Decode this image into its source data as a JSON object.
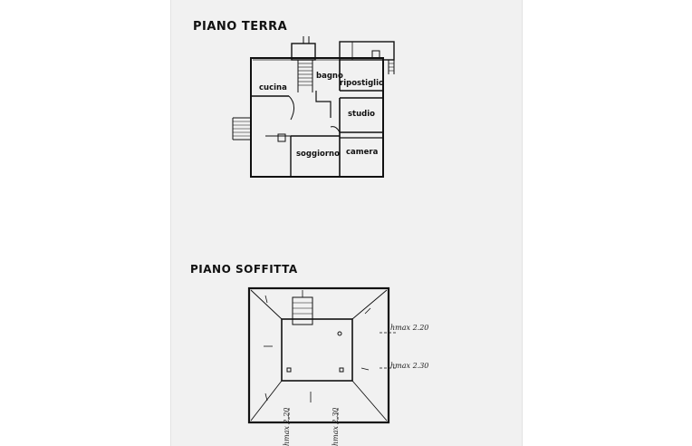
{
  "floors": {
    "ground": {
      "title": "PIANO TERRA",
      "rooms": {
        "cucina": "cucina",
        "bagno": "bagno",
        "ripostiglio": "ripostiglio",
        "studio": "studio",
        "soggiorno": "soggiorno",
        "camera": "camera"
      }
    },
    "attic": {
      "title": "PIANO SOFFITTA",
      "heights": {
        "east_top": "hmax 2.20",
        "east_bottom": "hmax 2.30",
        "south_left": "hmax 2.20",
        "south_right": "hmax 2.30"
      }
    }
  },
  "colors": {
    "paper": "#f1f1f1",
    "ink": "#111111"
  }
}
